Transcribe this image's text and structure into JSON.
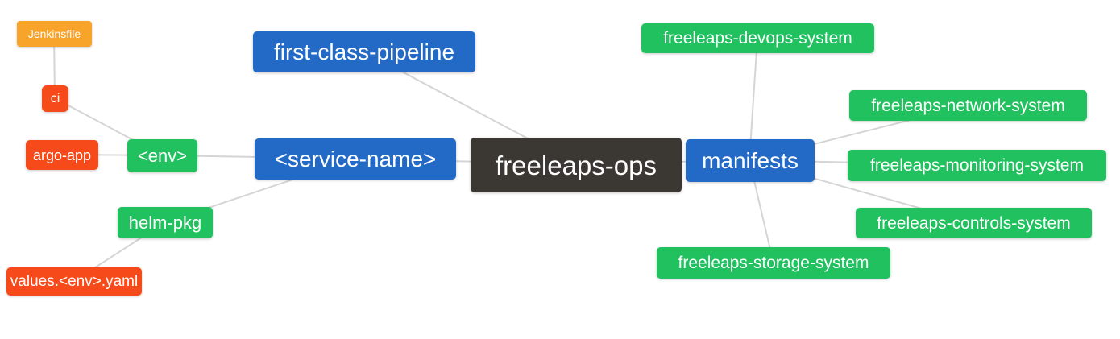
{
  "diagram": {
    "type": "mind-map",
    "title": "freeleaps-ops repository structure",
    "colors": {
      "blue": "#2369c6",
      "green": "#20c15e",
      "red": "#f74a1a",
      "orange": "#f8a42a",
      "dark": "#3b3733",
      "connector": "#d5d5d5",
      "text": "#ffffff",
      "background": "#ffffff"
    },
    "nodes": {
      "freeleaps_ops": {
        "label": "freeleaps-ops",
        "color": "dark"
      },
      "first_class_pipeline": {
        "label": "first-class-pipeline",
        "color": "blue"
      },
      "service_name": {
        "label": "<service-name>",
        "color": "blue"
      },
      "manifests": {
        "label": "manifests",
        "color": "blue"
      },
      "env": {
        "label": "<env>",
        "color": "green"
      },
      "helm_pkg": {
        "label": "helm-pkg",
        "color": "green"
      },
      "ci": {
        "label": "ci",
        "color": "red"
      },
      "argo_app": {
        "label": "argo-app",
        "color": "red"
      },
      "values_yaml": {
        "label": "values.<env>.yaml",
        "color": "red"
      },
      "jenkinsfile": {
        "label": "Jenkinsfile",
        "color": "orange"
      },
      "devops_system": {
        "label": "freeleaps-devops-system",
        "color": "green"
      },
      "network_system": {
        "label": "freeleaps-network-system",
        "color": "green"
      },
      "monitoring_system": {
        "label": "freeleaps-monitoring-system",
        "color": "green"
      },
      "controls_system": {
        "label": "freeleaps-controls-system",
        "color": "green"
      },
      "storage_system": {
        "label": "freeleaps-storage-system",
        "color": "green"
      }
    },
    "edges": [
      {
        "from": "jenkinsfile",
        "to": "ci"
      },
      {
        "from": "ci",
        "to": "env"
      },
      {
        "from": "argo_app",
        "to": "env"
      },
      {
        "from": "env",
        "to": "service_name"
      },
      {
        "from": "helm_pkg",
        "to": "service_name"
      },
      {
        "from": "values_yaml",
        "to": "helm_pkg"
      },
      {
        "from": "first_class_pipeline",
        "to": "freeleaps_ops"
      },
      {
        "from": "service_name",
        "to": "freeleaps_ops"
      },
      {
        "from": "freeleaps_ops",
        "to": "manifests"
      },
      {
        "from": "manifests",
        "to": "devops_system"
      },
      {
        "from": "manifests",
        "to": "network_system"
      },
      {
        "from": "manifests",
        "to": "monitoring_system"
      },
      {
        "from": "manifests",
        "to": "controls_system"
      },
      {
        "from": "manifests",
        "to": "storage_system"
      }
    ]
  }
}
